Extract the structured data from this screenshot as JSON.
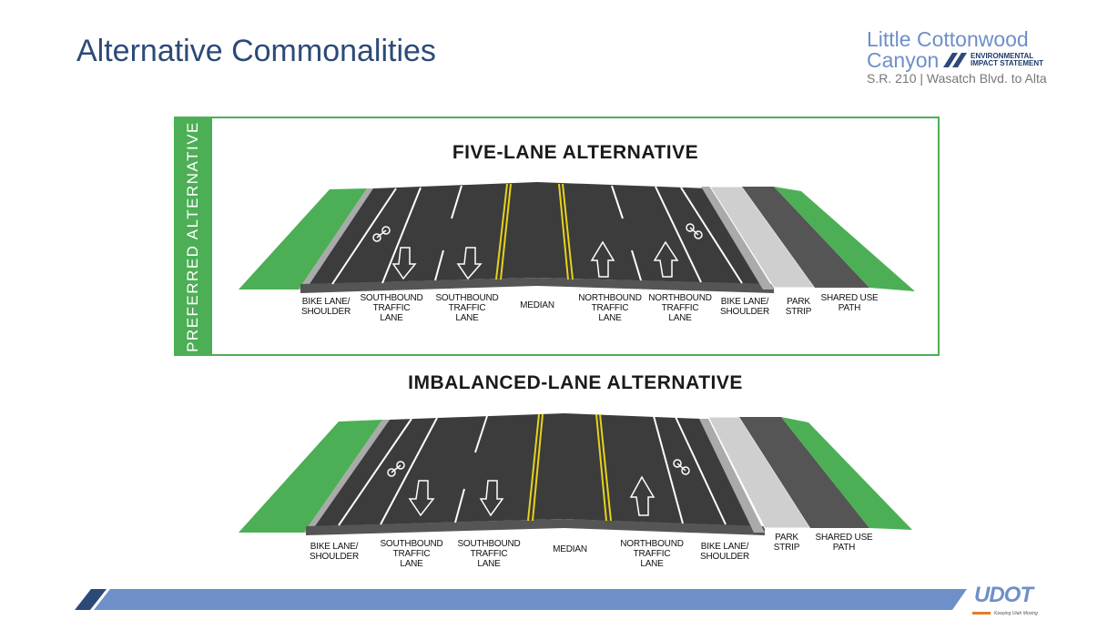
{
  "header": {
    "title": "Alternative Commonalities",
    "logo": {
      "line1": "Little Cottonwood",
      "line2": "Canyon",
      "eis_line1": "ENVIRONMENTAL",
      "eis_line2": "IMPACT STATEMENT",
      "subtitle": "S.R. 210 | Wasatch Blvd. to Alta"
    }
  },
  "preferred_label": "PREFERRED ALTERNATIVE",
  "five_lane": {
    "title": "FIVE-LANE ALTERNATIVE",
    "labels": [
      "BIKE LANE/\nSHOULDER",
      "SOUTHBOUND\nTRAFFIC\nLANE",
      "SOUTHBOUND\nTRAFFIC\nLANE",
      "MEDIAN",
      "NORTHBOUND\nTRAFFIC\nLANE",
      "NORTHBOUND\nTRAFFIC\nLANE",
      "BIKE LANE/\nSHOULDER",
      "PARK\nSTRIP",
      "SHARED USE\nPATH"
    ]
  },
  "imbalanced": {
    "title": "IMBALANCED-LANE ALTERNATIVE",
    "labels": [
      "BIKE LANE/\nSHOULDER",
      "SOUTHBOUND\nTRAFFIC\nLANE",
      "SOUTHBOUND\nTRAFFIC\nLANE",
      "MEDIAN",
      "NORTHBOUND\nTRAFFIC\nLANE",
      "BIKE LANE/\nSHOULDER",
      "PARK\nSTRIP",
      "SHARED USE\nPATH"
    ]
  },
  "footer": {
    "logo": "UDOT",
    "tagline": "Keeping Utah Moving"
  },
  "colors": {
    "title": "#2b4a78",
    "accent_green": "#4caf55",
    "footer_bar": "#6f8fc9",
    "footer_dark": "#2b4a78",
    "asphalt": "#3c3c3c"
  }
}
